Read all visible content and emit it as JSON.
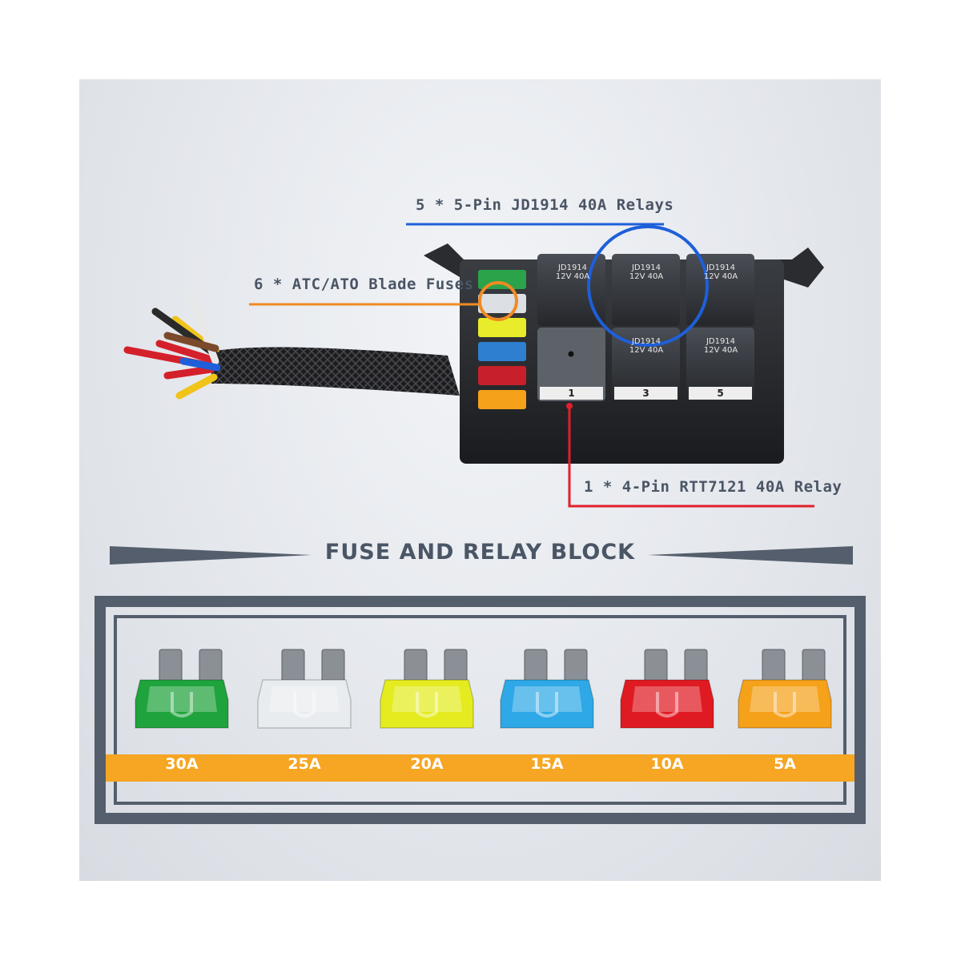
{
  "callouts": {
    "relays": "5 * 5-Pin JD1914 40A Relays",
    "fuses": "6 * ATC/ATO Blade Fuses",
    "relay_single": "1 * 4-Pin RTT7121 40A Relay"
  },
  "heading": "FUSE AND RELAY BLOCK",
  "relay_labels": {
    "model": "JD1914",
    "rating": "12V 40A",
    "slot_1": "1",
    "slot_3": "3",
    "slot_5": "5"
  },
  "fuses": [
    {
      "rating": "30A",
      "color": "#1fa33c"
    },
    {
      "rating": "25A",
      "color": "#e9ecef"
    },
    {
      "rating": "20A",
      "color": "#e4ec1f"
    },
    {
      "rating": "15A",
      "color": "#2ea8e6"
    },
    {
      "rating": "10A",
      "color": "#e01a22"
    },
    {
      "rating": "5A",
      "color": "#f5a11a"
    }
  ],
  "colors": {
    "relays_line": "#1e5fd9",
    "fuses_line": "#f08a24",
    "relay_single_line": "#e0202c",
    "ratings_band": "#f6a623",
    "frame": "#545e6c"
  }
}
